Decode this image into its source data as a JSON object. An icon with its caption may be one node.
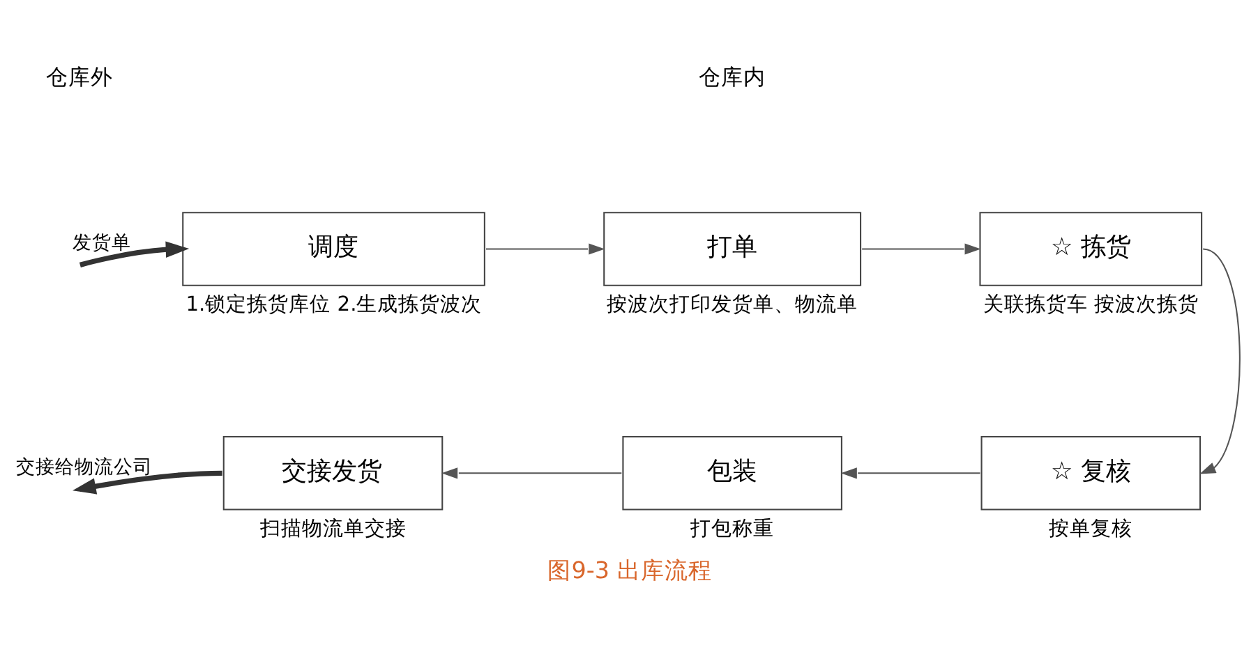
{
  "diagram": {
    "caption": "图9-3 出库流程",
    "nodes": [
      {
        "text": [
          "调度"
        ],
        "beside": [
          "1.锁定拣货库位 2.生成拣货波次"
        ]
      },
      {
        "text": [
          "打单"
        ],
        "beside": [
          "按波次打印发货单、物流单"
        ]
      },
      {
        "text": [
          "☆ 拣货"
        ],
        "beside": [
          "关联拣货车 按波次拣货"
        ]
      },
      {
        "text": [
          "☆ 复核"
        ],
        "beside": [
          "按单复核"
        ]
      },
      {
        "text": [
          "包装"
        ],
        "beside": [
          "打包称重"
        ]
      },
      {
        "text": [
          "交接发货"
        ],
        "beside": [
          "扫描物流单交接"
        ]
      }
    ],
    "edges": [
      {
        "from": null,
        "to": 0,
        "arrow": "to",
        "label": "发货单",
        "style": "thick"
      },
      {
        "from": 0,
        "to": 1,
        "arrow": "to"
      },
      {
        "from": 1,
        "to": 2,
        "arrow": "to"
      },
      {
        "from": 2,
        "to": 3,
        "arrow": "to"
      },
      {
        "from": 3,
        "to": 4,
        "arrow": "to"
      },
      {
        "from": 4,
        "to": 5,
        "arrow": "to"
      },
      {
        "from": 5,
        "to": null,
        "arrow": "to",
        "label": "交接给物流公司",
        "style": "thick"
      }
    ],
    "labels": [
      "仓库外",
      "仓库内"
    ]
  }
}
